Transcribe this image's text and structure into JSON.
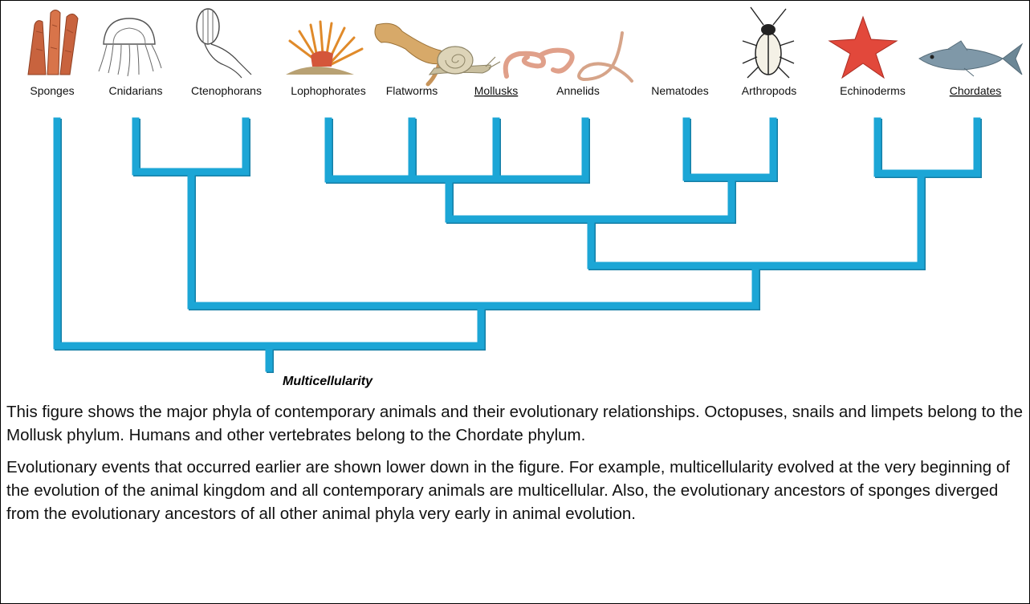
{
  "phyla": [
    {
      "label": "Sponges",
      "underlined": false,
      "icon": "sponge-icon"
    },
    {
      "label": "Cnidarians",
      "underlined": false,
      "icon": "jellyfish-icon"
    },
    {
      "label": "Ctenophorans",
      "underlined": false,
      "icon": "comb-jelly-icon"
    },
    {
      "label": "Lophophorates",
      "underlined": false,
      "icon": "lophophorate-icon"
    },
    {
      "label": "Flatworms",
      "underlined": false,
      "icon": "flatworm-icon"
    },
    {
      "label": "Mollusks",
      "underlined": true,
      "icon": "snail-icon"
    },
    {
      "label": "Annelids",
      "underlined": false,
      "icon": "earthworm-icon"
    },
    {
      "label": "Nematodes",
      "underlined": false,
      "icon": "roundworm-icon"
    },
    {
      "label": "Arthropods",
      "underlined": false,
      "icon": "beetle-icon"
    },
    {
      "label": "Echinoderms",
      "underlined": false,
      "icon": "starfish-icon"
    },
    {
      "label": "Chordates",
      "underlined": true,
      "icon": "fish-icon"
    }
  ],
  "root_label": "Multicellularity",
  "caption": {
    "paragraph1": "This figure shows the major phyla of contemporary animals and their evolutionary relationships. Octopuses, snails and limpets belong to the Mollusk phylum. Humans and other vertebrates belong to the Chordate phylum.",
    "paragraph2": "Evolutionary events that occurred earlier are shown lower down in the figure. For example, multicellularity evolved at the very beginning of the evolution of the animal kingdom and all contemporary animals are multicellular. Also, the evolutionary ancestors of sponges diverged from the evolutionary ancestors of all other animal phyla very early in animal evolution."
  },
  "colors": {
    "branch": "#1ca6d6",
    "branch_shadow": "#167fa6",
    "sponge": "#c8633e",
    "starfish": "#e2483b",
    "snail": "#d6cdb0",
    "worm": "#e0a08a",
    "flatworm": "#d7a969",
    "fish": "#7f98a8"
  }
}
